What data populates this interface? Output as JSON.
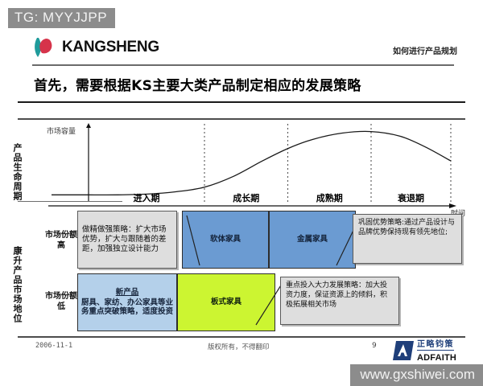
{
  "watermarks": {
    "top_left": "TG: MYYJJPP",
    "bottom_right": "www.gxshiwei.com"
  },
  "header": {
    "logo_text": "KANGSHENG",
    "right_text": "如何进行产品规划",
    "logo_leaf_color": "#1f9b9b",
    "logo_petal_color": "#d6334a"
  },
  "title": "首先，需要根据KS主要大类产品制定相应的发展策略",
  "axes": {
    "y_label": "市场容量",
    "x_label": "时间",
    "left_label_top": "产品生命周期",
    "left_label_bottom": "康升产品市场地位"
  },
  "chart_data": {
    "type": "line",
    "title": "产品生命周期曲线",
    "xlabel": "时间",
    "ylabel": "市场容量",
    "grid": false,
    "legend_position": "none",
    "stages": [
      "进入期",
      "成长期",
      "成熟期",
      "衰退期"
    ],
    "stage_boundaries_pct": [
      0,
      32,
      55,
      78,
      100
    ],
    "x": [
      0,
      8,
      16,
      24,
      32,
      40,
      48,
      55,
      62,
      70,
      78,
      86,
      93,
      100
    ],
    "y": [
      8,
      8,
      9,
      12,
      18,
      32,
      52,
      68,
      80,
      88,
      90,
      84,
      70,
      52
    ],
    "ylim": [
      0,
      100
    ],
    "xlim": [
      0,
      100
    ]
  },
  "matrix": {
    "row_labels": [
      "市场份额高",
      "市场份额低"
    ],
    "rows": [
      {
        "label": "市场份额高",
        "cells": [
          {
            "text": "做精做强策略：扩大市场优势，扩大与跟随着的差距，加强独立设计能力",
            "style": "gray"
          },
          {
            "text": "软体家具",
            "style": "blue"
          },
          {
            "text": "金属家具",
            "style": "blue"
          }
        ]
      },
      {
        "label": "市场份额低",
        "cells": [
          {
            "text": "厨具、家纺、办公家具等业务重点突破策略，适度投资",
            "heading": "新产品",
            "style": "lightblue"
          },
          {
            "text": "板式家具",
            "style": "green"
          }
        ]
      }
    ],
    "callouts": [
      {
        "name": "right",
        "text": "巩固优势策略:通过产品设计与品牌优势保持现有领先地位;"
      },
      {
        "name": "bottom",
        "text": "重点投入大力发展策略：加大投资力度，保证资源上的倾斜，积极拓展相关市场"
      }
    ],
    "colors": {
      "blue": "#6b9bd2",
      "light_blue": "#b4d0ea",
      "green": "#ccf531",
      "gray": "#dedede"
    }
  },
  "footer": {
    "date": "2006-11-1",
    "copyright": "版权所有，不得翻印",
    "page_number": "9",
    "brand_cn": "正略钧策",
    "brand_en": "ADFAITH"
  }
}
